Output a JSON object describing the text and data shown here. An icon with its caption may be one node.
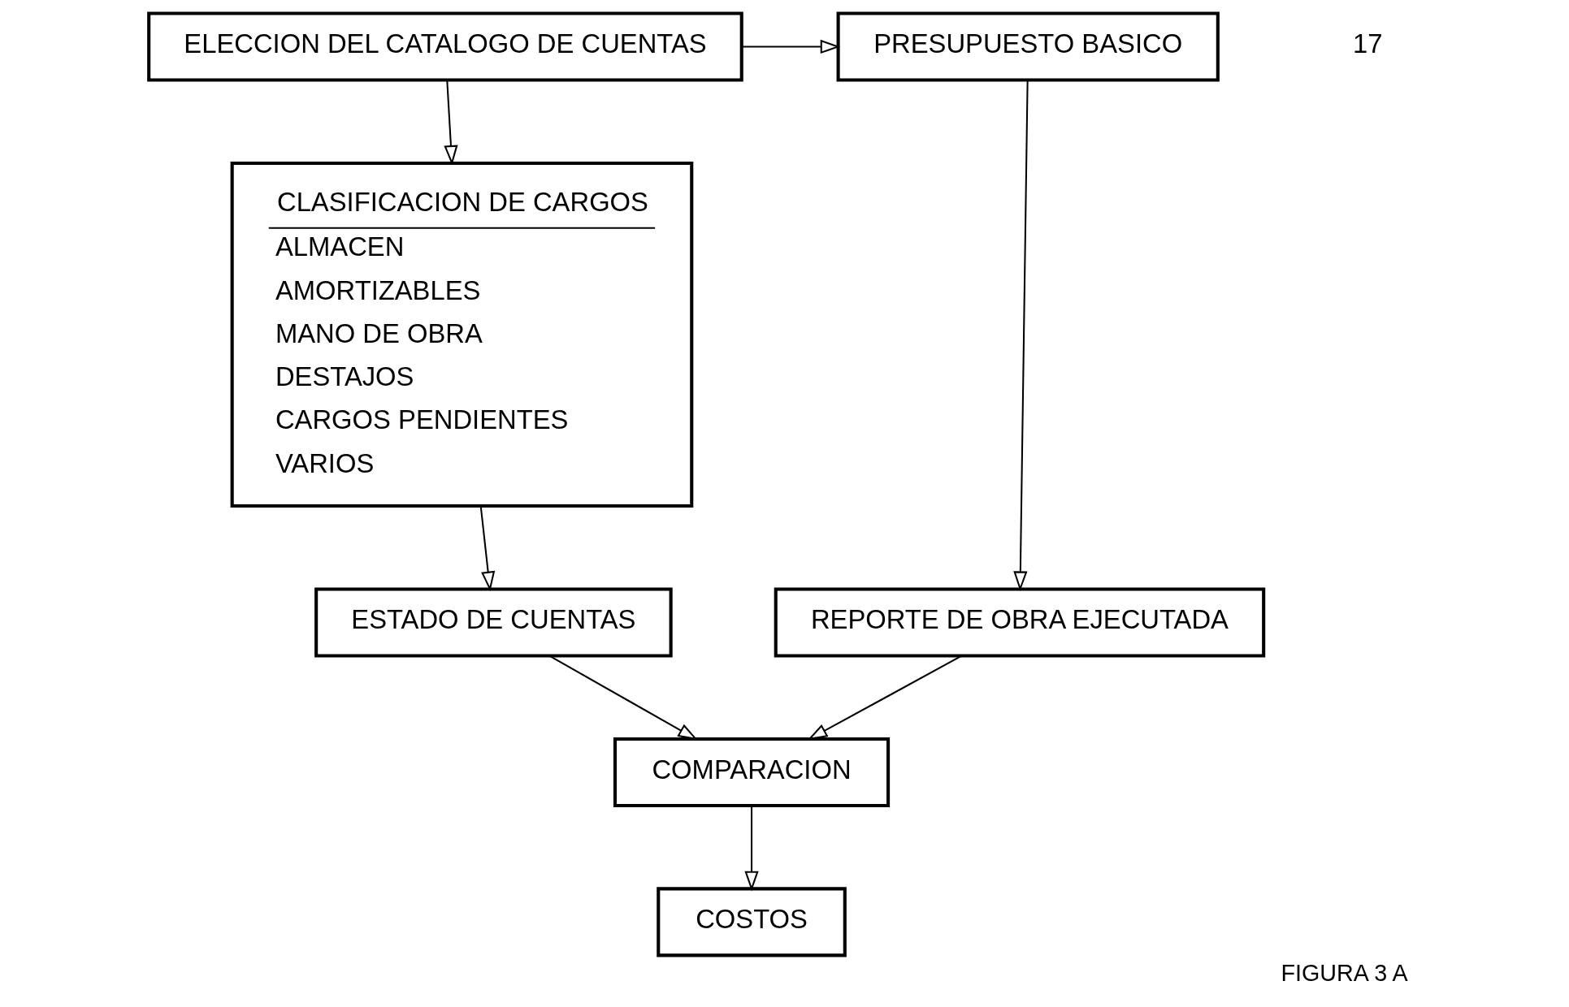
{
  "diagram": {
    "caption": "FIGURA 3 A",
    "nodes": [
      {
        "text": [
          "ELECCION DEL CATALOGO DE CUENTAS"
        ]
      },
      {
        "text": [
          "PRESUPUESTO BASICO"
        ]
      },
      {
        "text": [
          "CLASIFICACION DE CARGOS",
          "ALMACEN",
          "AMORTIZABLES",
          "MANO DE OBRA",
          "DESTAJOS",
          "CARGOS PENDIENTES",
          "VARIOS"
        ]
      },
      {
        "text": [
          "ESTADO DE CUENTAS"
        ]
      },
      {
        "text": [
          "REPORTE DE OBRA EJECUTADA"
        ]
      },
      {
        "text": [
          "COMPARACION"
        ]
      },
      {
        "text": [
          "COSTOS"
        ]
      }
    ],
    "edges": [
      {
        "from": 0,
        "to": 2,
        "arrow": "to"
      },
      {
        "from": 0,
        "to": 1,
        "arrow": "to"
      },
      {
        "from": 1,
        "to": 4,
        "arrow": "to"
      },
      {
        "from": 2,
        "to": 3,
        "arrow": "to"
      },
      {
        "from": 3,
        "to": 5,
        "arrow": "to"
      },
      {
        "from": 4,
        "to": 5,
        "arrow": "to"
      },
      {
        "from": 5,
        "to": 6,
        "arrow": "to"
      }
    ],
    "labels": [
      "17"
    ]
  }
}
